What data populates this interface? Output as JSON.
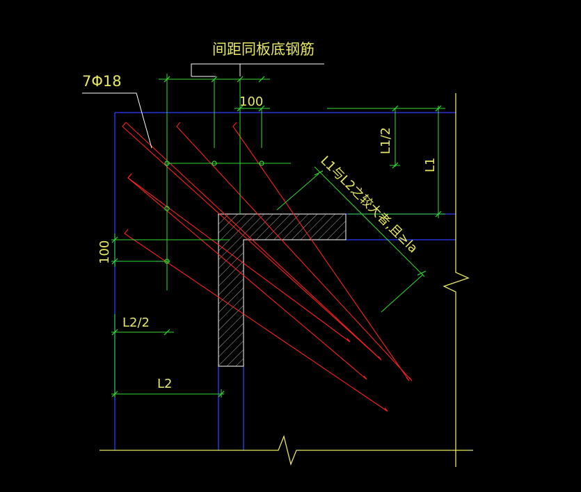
{
  "labels": {
    "spacing_note": "间距同板底钢筋",
    "rebar_spec": "7Φ18",
    "dim_100_top": "100",
    "dim_L1_half": "L1/2",
    "dim_L1": "L1",
    "dim_100_left": "100",
    "dim_L2_half": "L2/2",
    "dim_L2": "L2",
    "length_note": "L1与L2之较大者,且≥la"
  },
  "colors": {
    "background": "#000000",
    "rebar": "#ff2020",
    "slab_edge": "#2f3cff",
    "dimension": "#33dd33",
    "text": "#e8e860",
    "leader": "#ffffff",
    "break_line": "#e8e860",
    "wall_hatch": "#d0d0d0"
  }
}
